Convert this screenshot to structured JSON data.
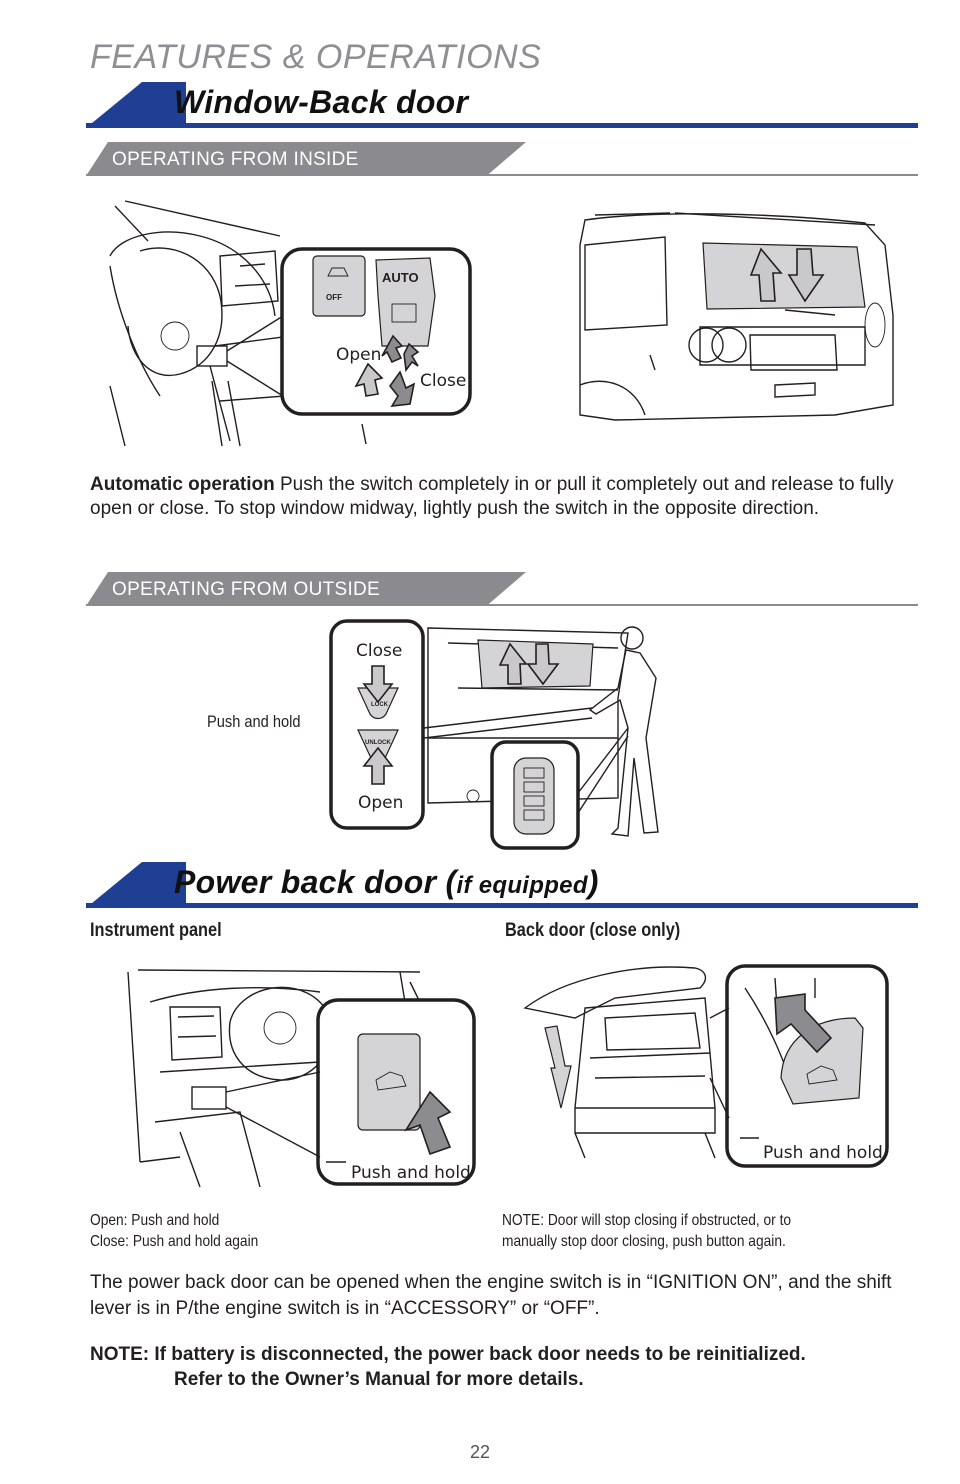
{
  "header": {
    "section": "FEATURES & OPERATIONS"
  },
  "window_back_door": {
    "title": "Window-Back door",
    "inside": {
      "subtitle": "OPERATING FROM INSIDE",
      "labels": {
        "open": "Open",
        "close": "Close",
        "auto": "AUTO",
        "off": "OFF"
      },
      "automatic_heading": "Automatic operation",
      "automatic_text": " Push the switch completely in or pull it completely out and release to fully open or close. To stop window midway, lightly push the switch in the opposite direction."
    },
    "outside": {
      "subtitle": "OPERATING FROM OUTSIDE",
      "labels": {
        "push_and_hold": "Push and hold",
        "close": "Close",
        "open": "Open",
        "lock": "LOCK",
        "unlock": "UNLOCK"
      }
    }
  },
  "power_back_door": {
    "title": "Power back door (",
    "title_small": "if equipped",
    "title_end": ")",
    "instrument_panel": {
      "heading": "Instrument panel",
      "push_label": "Push and hold",
      "caption_line1": "Open: Push and hold",
      "caption_line2": "Close: Push and hold again"
    },
    "back_door": {
      "heading": "Back door (close only)",
      "push_label": "Push and hold",
      "caption_line1": "NOTE: Door will stop closing if obstructed, or to",
      "caption_line2": "manually stop door closing, push button again."
    },
    "condition_text": "The power back door can be opened when the engine switch is in “IGNITION ON”, and the shift lever is in P/the engine switch is in “ACCESSORY” or “OFF”.",
    "note_line1": "NOTE: If battery is disconnected, the power back door needs to be reinitialized.",
    "note_line2": "Refer to the Owner’s Manual for more details."
  },
  "footer": {
    "page_number": "22"
  }
}
